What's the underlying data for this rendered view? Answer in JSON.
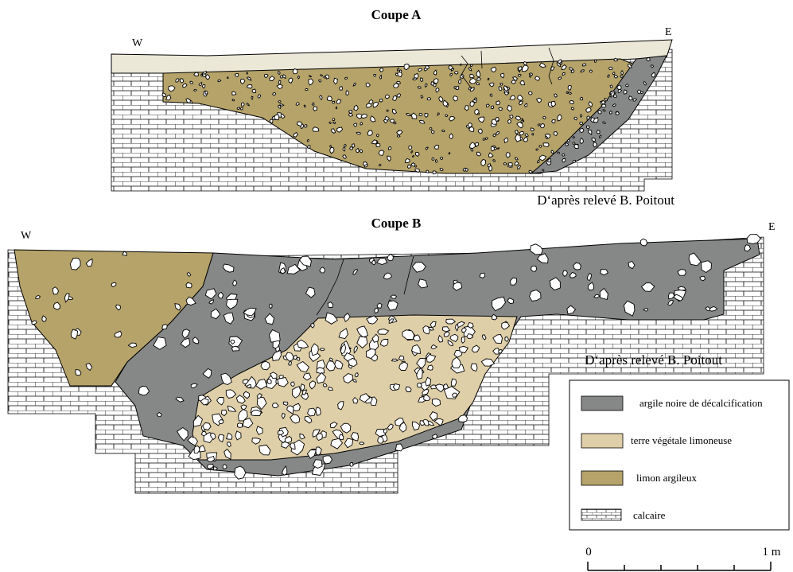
{
  "coupe_a": {
    "title": "Coupe A",
    "west": "W",
    "east": "E",
    "credit": "D‘après relevé B. Poitout"
  },
  "coupe_b": {
    "title": "Coupe B",
    "west": "W",
    "east": "E",
    "credit": "D‘après relevé B. Poitout"
  },
  "legend": {
    "items": [
      {
        "label": "argile noire de décalcification",
        "color": "#868787",
        "pattern": "solid"
      },
      {
        "label": "terre végétale limoneuse",
        "color": "#dfcfa8",
        "pattern": "solid"
      },
      {
        "label": "limon argileux",
        "color": "#b5a36a",
        "pattern": "solid"
      },
      {
        "label": "calcaire",
        "color": "#ffffff",
        "pattern": "brick"
      }
    ]
  },
  "scale": {
    "start_label": "0",
    "end_label": "1 m"
  },
  "colors": {
    "argile": "#868787",
    "terre": "#dfcfa8",
    "limon": "#b5a36a",
    "surface": "#ece8d8",
    "stone": "#ffffff",
    "line": "#000000"
  }
}
